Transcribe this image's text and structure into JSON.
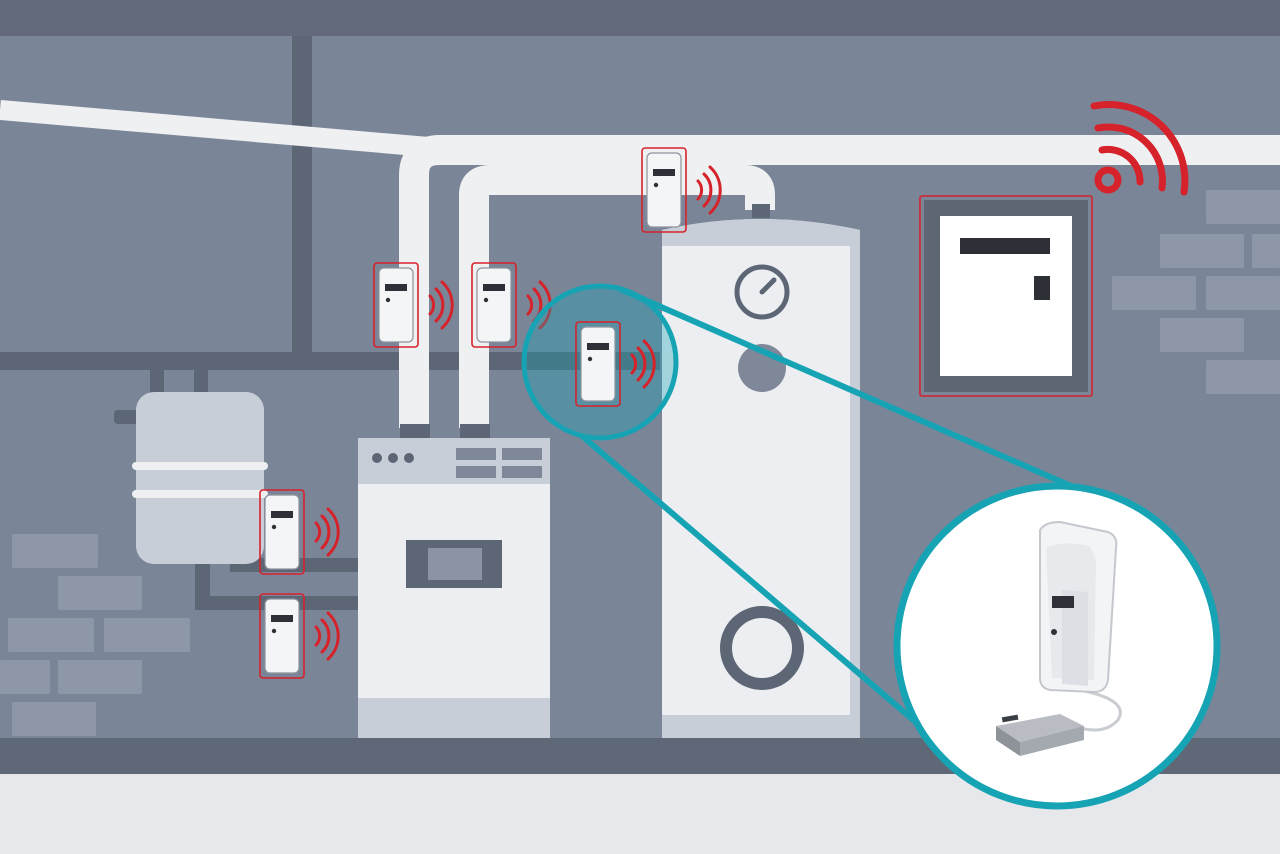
{
  "scene": {
    "title": "",
    "colors": {
      "wall": "#7b8598",
      "ceiling": "#626a7b",
      "floor": "#e6e8eb",
      "floor_edge": "#5f6877",
      "brick": "#8d97a8",
      "pipe_dark": "#5d6675",
      "pipe_light": "#eef0f2",
      "appliance": "#eceef1",
      "appliance_light": "#c8ced8",
      "panel_dark": "#656c77",
      "sensor_frame": "#d6222a",
      "signal": "#d6222a",
      "magnifier_ring": "#16a3b4",
      "magnifier_fill": "#ffffff"
    },
    "icons": {
      "boiler": "boiler-icon",
      "storage_tank": "hot-water-tank-icon",
      "expansion_vessel": "expansion-vessel-icon",
      "gateway": "gateway-icon",
      "wireless_signal": "wireless-signal-icon",
      "temperature_sensor": "temperature-sensor-icon",
      "pressure_gauge": "pressure-gauge-icon"
    },
    "sensors": [
      {
        "id": "sensor-tank-top",
        "location": "storage-tank-inlet"
      },
      {
        "id": "sensor-flow-left",
        "location": "boiler-flow-pipe"
      },
      {
        "id": "sensor-flow-right",
        "location": "boiler-return-pipe"
      },
      {
        "id": "sensor-magnified",
        "location": "tank-supply-pipe"
      },
      {
        "id": "sensor-expansion-upper",
        "location": "expansion-vessel-pipe-upper"
      },
      {
        "id": "sensor-expansion-lower",
        "location": "expansion-vessel-pipe-lower"
      }
    ]
  }
}
